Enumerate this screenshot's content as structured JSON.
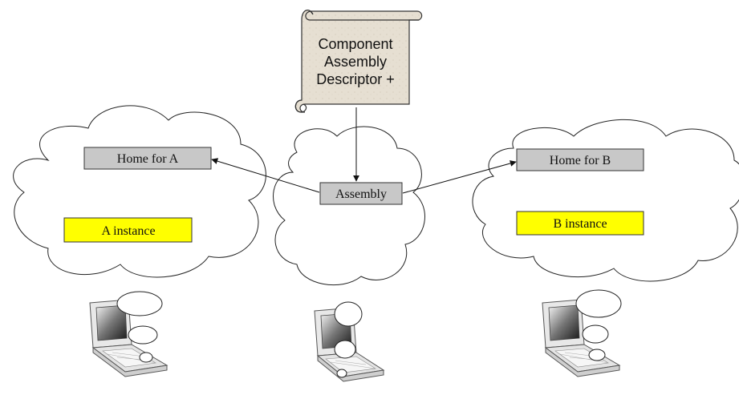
{
  "descriptor": {
    "lines": [
      "Component",
      "Assembly",
      "Descriptor +"
    ]
  },
  "nodes": {
    "home_a": "Home for A",
    "home_b": "Home for B",
    "assembly": "Assembly",
    "instance_a": "A instance",
    "instance_b": "B instance"
  },
  "colors": {
    "home_box": "#c8c8c8",
    "instance_box": "#ffff00",
    "scroll": "#e8e0d0",
    "cloud_fill": "#ffffff",
    "stroke": "#222222"
  },
  "icons": [
    "laptop-left-icon",
    "laptop-middle-icon",
    "laptop-right-icon",
    "scroll-icon",
    "cloud-icon"
  ]
}
